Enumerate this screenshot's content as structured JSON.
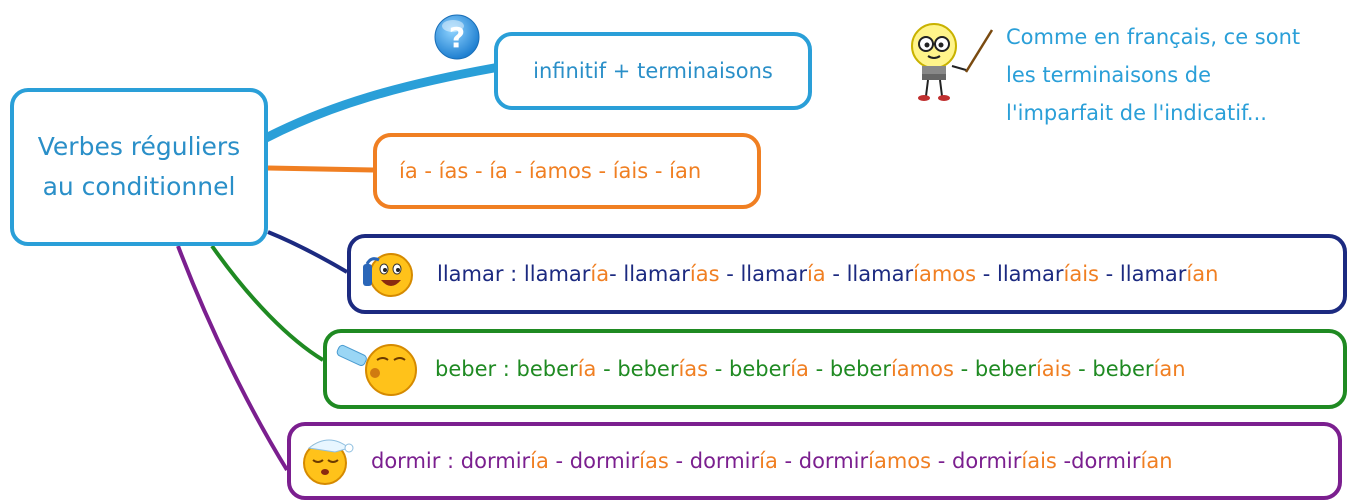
{
  "central": {
    "line1": "Verbes réguliers",
    "line2": "au conditionnel"
  },
  "branches": {
    "infinitif": {
      "label": "infinitif + terminaisons"
    },
    "endings": {
      "label": "ía - ías - ía - íamos - íais - ían"
    },
    "llamar": {
      "parts": [
        "llamar : llamar",
        "ía",
        "- llamar",
        "ías",
        " - llamar",
        "ía",
        " - llamar",
        "íamos",
        " - llamar",
        "íais",
        " - llamar",
        "ían"
      ]
    },
    "beber": {
      "parts": [
        "beber : beber",
        "ía",
        " - beber",
        "ías",
        " - beber",
        "ía",
        " - beber",
        "íamos",
        " - beber",
        "íais",
        " - beber",
        "ían"
      ]
    },
    "dormir": {
      "parts": [
        "dormir : dormir",
        "ía",
        " - dormir",
        "ías",
        " - dormir",
        "ía",
        " - dormir",
        "íamos",
        " - dormir",
        "íais",
        " -dormir",
        "ían"
      ]
    }
  },
  "note": {
    "lines": [
      "Comme en français, ce sont",
      "les terminaisons de",
      "l'imparfait de l'indicatif..."
    ]
  },
  "colors": {
    "blue": "#2a9fd8",
    "orange": "#f07f22",
    "navy": "#1c2a80",
    "green": "#1f8a22",
    "purple": "#7b1f8f"
  },
  "icons": {
    "question": "question-icon",
    "teacher": "lightbulb-teacher-icon",
    "llamar": "phone-smiley-icon",
    "beber": "drinking-smiley-icon",
    "dormir": "sleeping-smiley-icon"
  }
}
